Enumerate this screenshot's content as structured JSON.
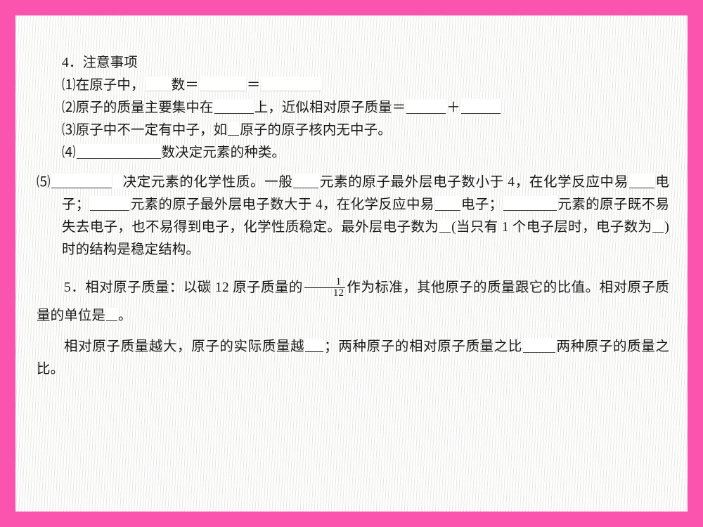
{
  "theme": {
    "frame_color": "#fa54ae",
    "paper_color": "#f4f4f2",
    "text_color": "#191919"
  },
  "document": {
    "language": "zh-CN",
    "section_number": "4",
    "section_title": "注意事项"
  },
  "notes": {
    "heading": "4．注意事项",
    "items": [
      {
        "marker": "⑴",
        "parts": [
          "在原子中，",
          "数＝",
          "＝"
        ]
      },
      {
        "marker": "⑵",
        "parts": [
          "原子的质量主要集中在",
          "上，近似相对原子质量＝",
          "＋"
        ]
      },
      {
        "marker": "⑶",
        "parts": [
          "原子中不一定有中子，如",
          "原子的原子核内无中子。"
        ]
      },
      {
        "marker": "⑷",
        "parts": [
          "",
          "数决定元素的种类。"
        ]
      },
      {
        "marker": "⑸",
        "parts": [
          "决定元素的化学性质。一般",
          "元素的原子最外层电子数小于 4，在化学反应中易",
          "电子；",
          "元素的原子最外层电子数大于 4，在化学反应中易",
          "电子；",
          "元素的原子既不易失去电子，也不易得到电子，化学性质稳定。最外层电子数为",
          "(当只有 1 个电子层时，电子数为",
          ")时的结构是稳定结构。"
        ]
      }
    ]
  },
  "relative_mass": {
    "marker": "5．",
    "title": "相对原子质量：",
    "definition_pre": "以碳 12 原子质量的",
    "fraction": {
      "numerator": "1",
      "denominator": "12"
    },
    "definition_post": "作为标准，其他原子的质量跟它的比值。相对原子质量的单位是",
    "period": "。",
    "conclusion_parts": [
      "相对原子质量越大，原子的实际质量越",
      "；两种原子的相对原子质量之比",
      "两种原子的质量之比。"
    ]
  }
}
